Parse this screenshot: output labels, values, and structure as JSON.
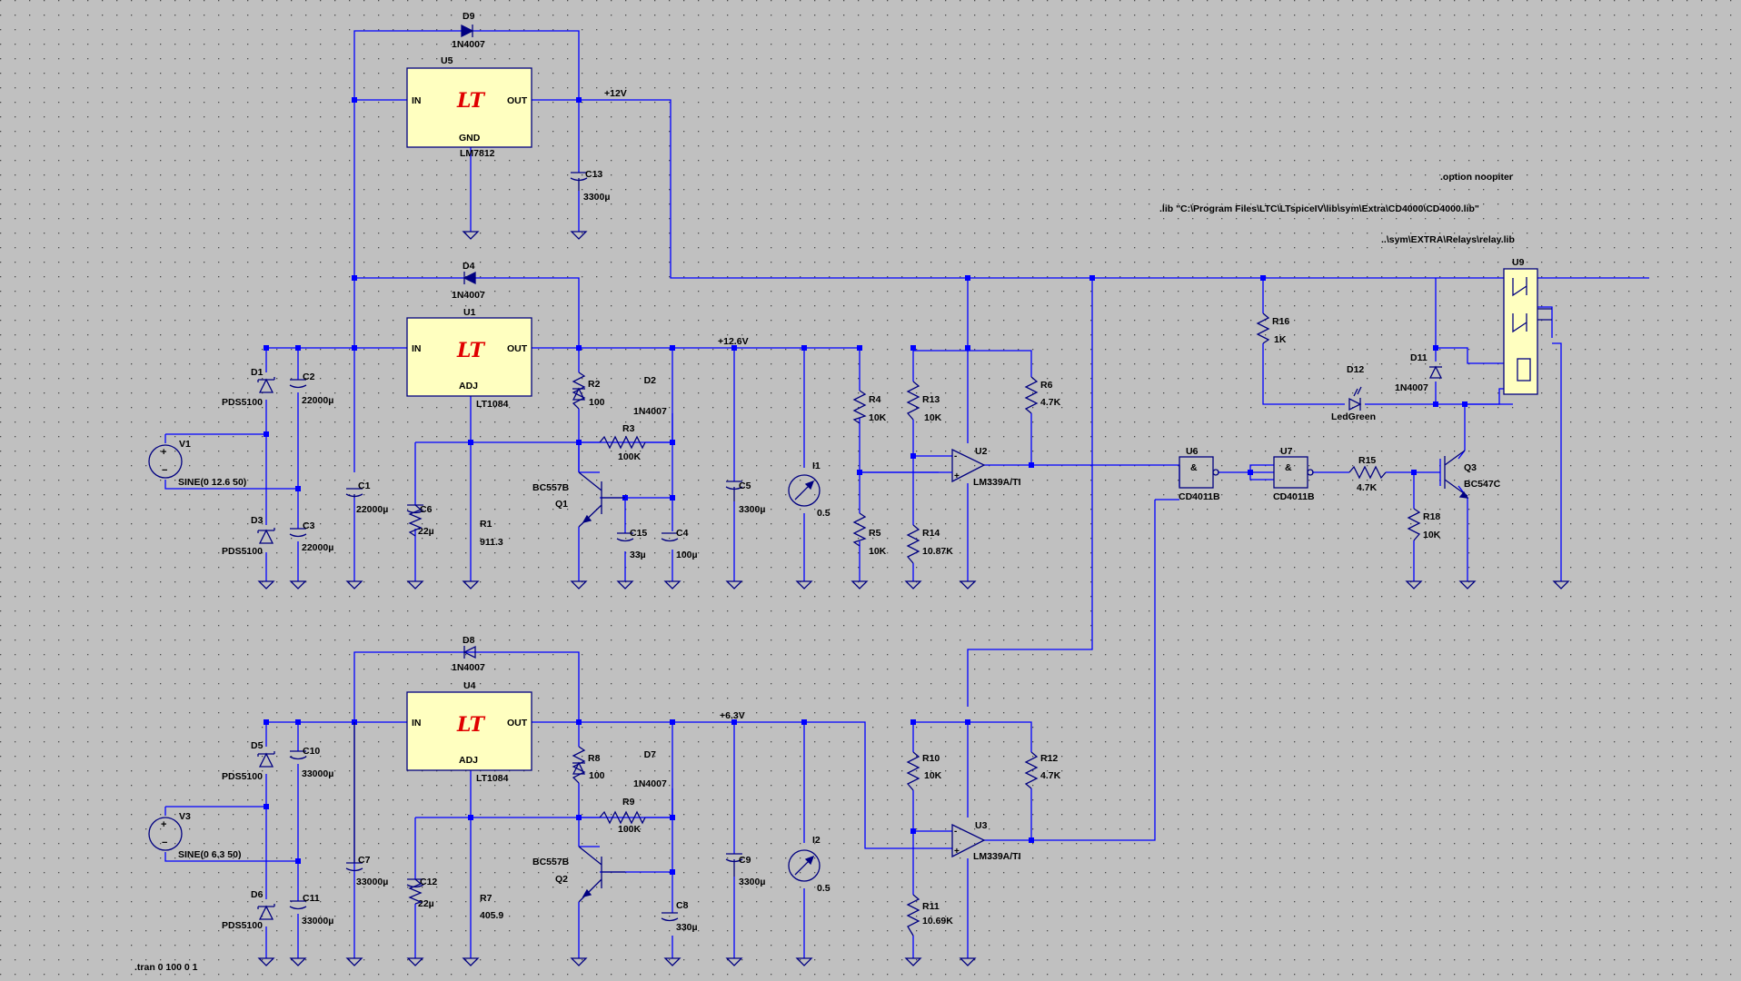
{
  "colors": {
    "background": "#c0c0c0",
    "wire": "#0000ff",
    "symbol": "#000080",
    "regulator_fill": "#ffffc0",
    "lt_logo": "#e00000"
  },
  "directives": {
    "noopiter": ".option noopiter",
    "cd4000_lib": ".lib \"C:\\Program Files\\LTC\\LTspiceIV\\lib\\sym\\Extra\\CD4000\\CD4000.lib\"",
    "relay_lib": "..\\sym\\EXTRA\\Relays\\relay.lib",
    "tran": ".tran 0 100 0 1"
  },
  "nets": {
    "v12": "+12V",
    "v126": "+12.6V",
    "v63": "+6.3V"
  },
  "regulators": {
    "u5": {
      "ref": "U5",
      "model": "LM7812",
      "pin_in": "IN",
      "pin_out": "OUT",
      "pin_gnd": "GND",
      "logo": "LT"
    },
    "u1": {
      "ref": "U1",
      "model": "LT1084",
      "pin_in": "IN",
      "pin_out": "OUT",
      "pin_adj": "ADJ",
      "logo": "LT"
    },
    "u4": {
      "ref": "U4",
      "model": "LT1084",
      "pin_in": "IN",
      "pin_out": "OUT",
      "pin_adj": "ADJ",
      "logo": "LT"
    }
  },
  "components": {
    "d9": {
      "ref": "D9",
      "value": "1N4007"
    },
    "d4": {
      "ref": "D4",
      "value": "1N4007"
    },
    "d8": {
      "ref": "D8",
      "value": "1N4007"
    },
    "d2": {
      "ref": "D2",
      "value": "1N4007"
    },
    "d7": {
      "ref": "D7",
      "value": "1N4007"
    },
    "d11": {
      "ref": "D11",
      "value": "1N4007"
    },
    "d12": {
      "ref": "D12",
      "value": "LedGreen"
    },
    "d1": {
      "ref": "D1",
      "value": "PDS5100"
    },
    "d3": {
      "ref": "D3",
      "value": "PDS5100"
    },
    "d5": {
      "ref": "D5",
      "value": "PDS5100"
    },
    "d6": {
      "ref": "D6",
      "value": "PDS5100"
    },
    "c13": {
      "ref": "C13",
      "value": "3300µ"
    },
    "c2": {
      "ref": "C2",
      "value": "22000µ"
    },
    "c3": {
      "ref": "C3",
      "value": "22000µ"
    },
    "c1": {
      "ref": "C1",
      "value": "22000µ"
    },
    "c6": {
      "ref": "C6",
      "value": "22µ"
    },
    "c15": {
      "ref": "C15",
      "value": "33µ"
    },
    "c4": {
      "ref": "C4",
      "value": "100µ"
    },
    "c5": {
      "ref": "C5",
      "value": "3300µ"
    },
    "c10": {
      "ref": "C10",
      "value": "33000µ"
    },
    "c11": {
      "ref": "C11",
      "value": "33000µ"
    },
    "c7": {
      "ref": "C7",
      "value": "33000µ"
    },
    "c12": {
      "ref": "C12",
      "value": "22µ"
    },
    "c8": {
      "ref": "C8",
      "value": "330µ"
    },
    "c9": {
      "ref": "C9",
      "value": "3300µ"
    },
    "r2": {
      "ref": "R2",
      "value": "100"
    },
    "r3": {
      "ref": "R3",
      "value": "100K"
    },
    "r1": {
      "ref": "R1",
      "value": "911.3"
    },
    "r4": {
      "ref": "R4",
      "value": "10K"
    },
    "r5": {
      "ref": "R5",
      "value": "10K"
    },
    "r13": {
      "ref": "R13",
      "value": "10K"
    },
    "r14": {
      "ref": "R14",
      "value": "10.87K"
    },
    "r6": {
      "ref": "R6",
      "value": "4.7K"
    },
    "r16": {
      "ref": "R16",
      "value": "1K"
    },
    "r15": {
      "ref": "R15",
      "value": "4.7K"
    },
    "r18": {
      "ref": "R18",
      "value": "10K"
    },
    "r8": {
      "ref": "R8",
      "value": "100"
    },
    "r9": {
      "ref": "R9",
      "value": "100K"
    },
    "r7": {
      "ref": "R7",
      "value": "405.9"
    },
    "r10": {
      "ref": "R10",
      "value": "10K"
    },
    "r11": {
      "ref": "R11",
      "value": "10.69K"
    },
    "r12": {
      "ref": "R12",
      "value": "4.7K"
    },
    "q1": {
      "ref": "Q1",
      "value": "BC557B"
    },
    "q2": {
      "ref": "Q2",
      "value": "BC557B"
    },
    "q3": {
      "ref": "Q3",
      "value": "BC547C"
    },
    "v1": {
      "ref": "V1",
      "value": "SINE(0 12.6 50)"
    },
    "v3": {
      "ref": "V3",
      "value": "SINE(0 6.3 50)"
    },
    "i1": {
      "ref": "I1",
      "value": "0.5"
    },
    "i2": {
      "ref": "I2",
      "value": "0.5"
    },
    "u2": {
      "ref": "U2",
      "value": "LM339A/TI"
    },
    "u3": {
      "ref": "U3",
      "value": "LM339A/TI"
    },
    "u6": {
      "ref": "U6",
      "value": "CD4011B",
      "symbol": "&"
    },
    "u7": {
      "ref": "U7",
      "value": "CD4011B",
      "symbol": "&"
    },
    "u9": {
      "ref": "U9"
    }
  }
}
